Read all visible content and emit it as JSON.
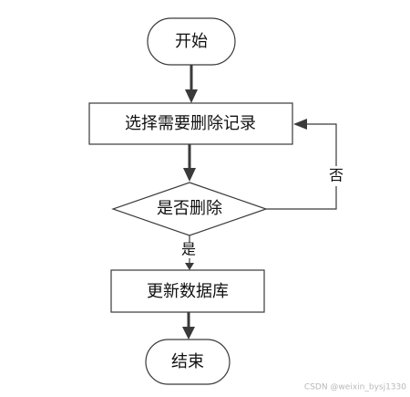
{
  "nodes": {
    "start": "开始",
    "select": "选择需要删除记录",
    "decide": "是否删除",
    "update": "更新数据库",
    "end": "结束"
  },
  "edges": {
    "yes": "是",
    "no": "否"
  },
  "watermark": "CSDN @weixin_bysj1330"
}
